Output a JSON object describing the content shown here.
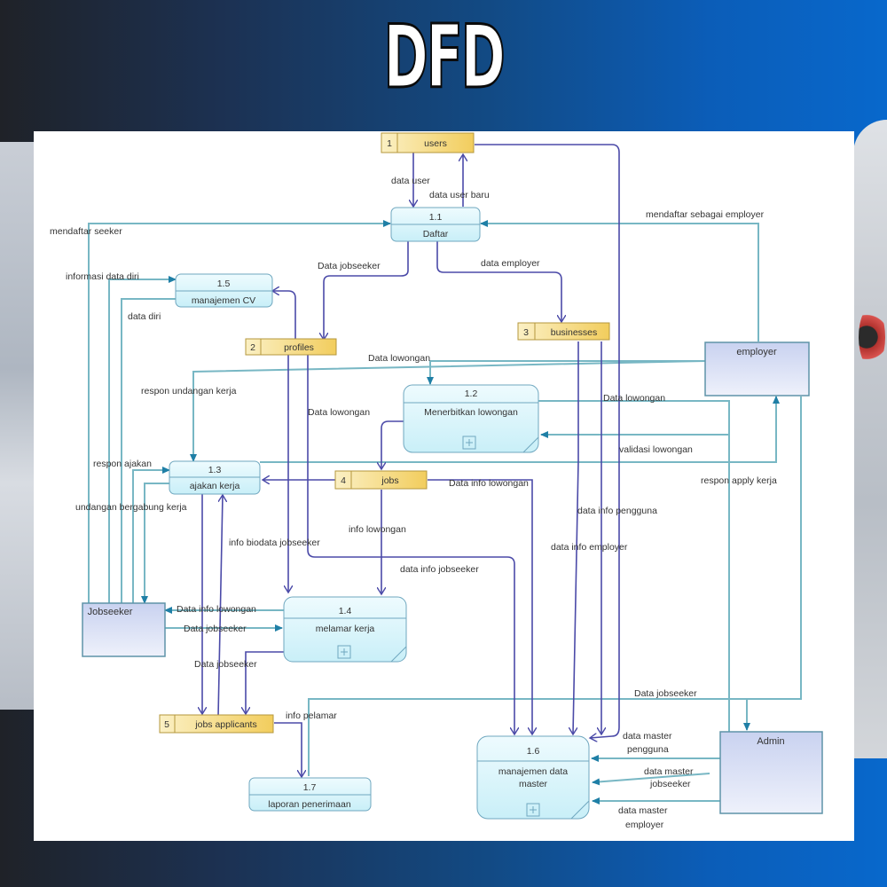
{
  "title": "DFD",
  "colors": {
    "process_fill": "#d8f4fb",
    "process_stroke": "#6fa7bf",
    "store_fill": "#f6d77a",
    "store_stroke": "#b4973d",
    "entity_fill": "#dfe4f7",
    "entity_stroke": "#5f93a8",
    "flow_purple": "#4b4aa8",
    "flow_teal": "#78b7c4"
  },
  "processes": [
    {
      "id": "1.1",
      "name": "Daftar"
    },
    {
      "id": "1.2",
      "name": "Menerbitkan lowongan"
    },
    {
      "id": "1.3",
      "name": "ajakan kerja"
    },
    {
      "id": "1.4",
      "name": "melamar kerja"
    },
    {
      "id": "1.5",
      "name": "manajemen CV"
    },
    {
      "id": "1.6",
      "name": "manajemen data",
      "name2": "master"
    },
    {
      "id": "1.7",
      "name": "laporan penerimaan"
    }
  ],
  "stores": [
    {
      "num": "1",
      "name": "users"
    },
    {
      "num": "2",
      "name": "profiles"
    },
    {
      "num": "3",
      "name": "businesses"
    },
    {
      "num": "4",
      "name": "jobs"
    },
    {
      "num": "5",
      "name": "jobs applicants"
    }
  ],
  "entities": [
    {
      "name": "employer"
    },
    {
      "name": "Jobseeker"
    },
    {
      "name": "Admin"
    }
  ],
  "flows": {
    "data_user": "data user",
    "data_user_baru": "data user baru",
    "mendaftar_seeker": "mendaftar seeker",
    "mendaftar_employer": "mendaftar sebagai employer",
    "informasi_data_diri": "informasi data diri",
    "data_diri": "data diri",
    "data_jobseeker_11": "Data jobseeker",
    "data_employer": "data employer",
    "data_lowongan_top": "Data lowongan",
    "respon_undangan": "respon undangan kerja",
    "data_lowongan_left": "Data lowongan",
    "data_lowongan_right": "Data lowongan",
    "validasi_lowongan": "validasi lowongan",
    "respon_apply": "respon apply kerja",
    "respon_ajakan": "respon ajakan",
    "undangan_bergabung": "undangan bergabung kerja",
    "data_info_lowongan_jobs": "Data info lowongan",
    "data_info_pengguna": "data info pengguna",
    "data_info_employer": "data info employer",
    "info_lowongan": "info lowongan",
    "info_biodata": "info biodata jobseeker",
    "data_info_jobseeker": "data info jobseeker",
    "data_info_lowongan_js": "Data info lowongan",
    "data_jobseeker_14": "Data jobseeker",
    "data_jobseeker_5": "Data jobseeker",
    "data_jobseeker_bottom": "Data jobseeker",
    "info_pelamar": "info  pelamar",
    "dm_pengguna_1": "data master",
    "dm_pengguna_2": "pengguna",
    "dm_jobseeker_1": "data master",
    "dm_jobseeker_2": "jobseeker",
    "dm_employer_1": "data master",
    "dm_employer_2": "employer"
  }
}
